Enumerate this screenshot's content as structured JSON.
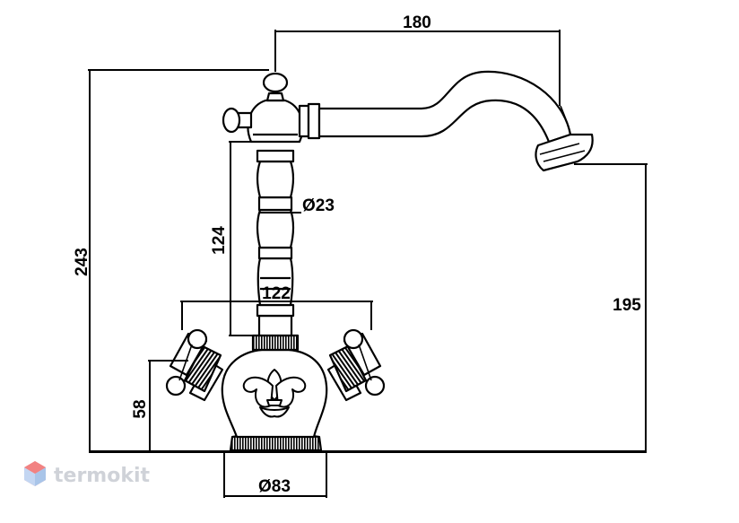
{
  "dimensions": {
    "spout_reach": "180",
    "total_height": "243",
    "spout_height": "195",
    "body_height": "124",
    "column_diameter": "Ø23",
    "handle_span": "122",
    "handle_height": "58",
    "base_diameter": "Ø83"
  },
  "watermark": {
    "brand": "termokit"
  },
  "colors": {
    "line": "#000000",
    "logo_red": "#f05a5a",
    "logo_blue": "#6aa0e0",
    "logo_text": "#c7cbd2"
  }
}
